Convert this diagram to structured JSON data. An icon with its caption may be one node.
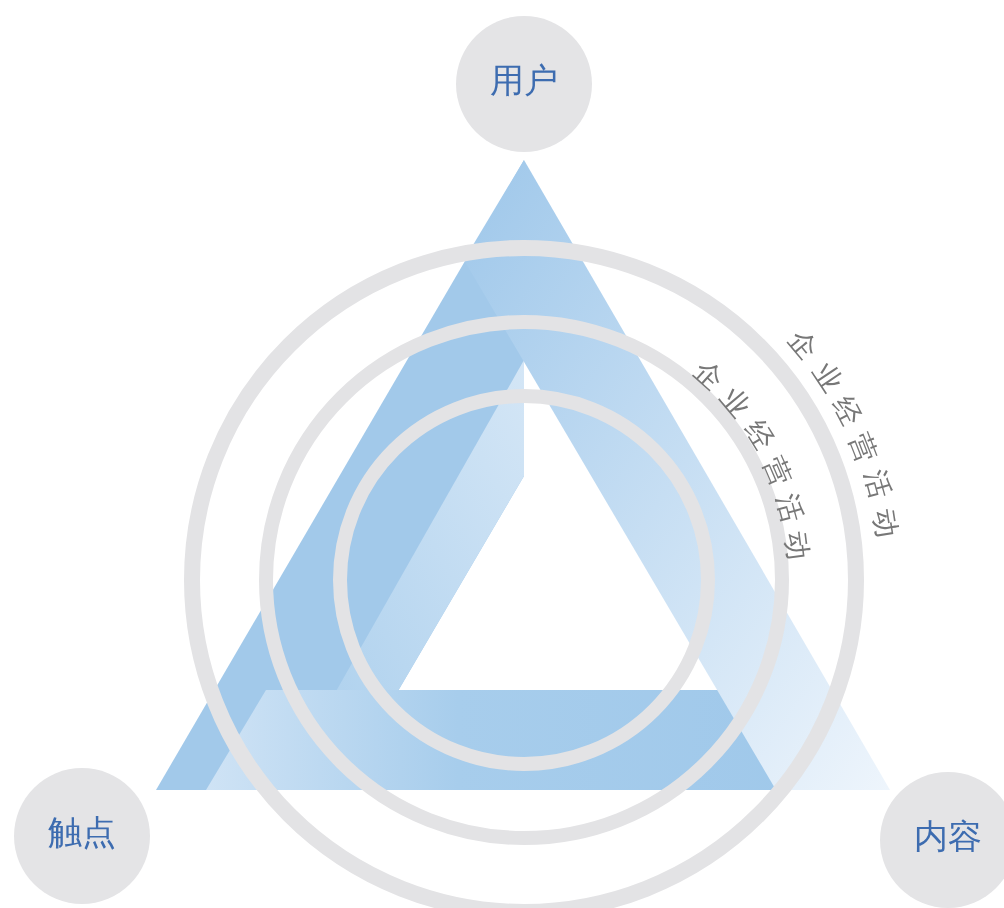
{
  "diagram": {
    "nodes": [
      {
        "text": [
          "用户"
        ]
      },
      {
        "text": [
          "触点"
        ]
      },
      {
        "text": [
          "内容"
        ]
      }
    ],
    "labels": [
      "企业经营活动",
      "企业经营活动"
    ]
  }
}
